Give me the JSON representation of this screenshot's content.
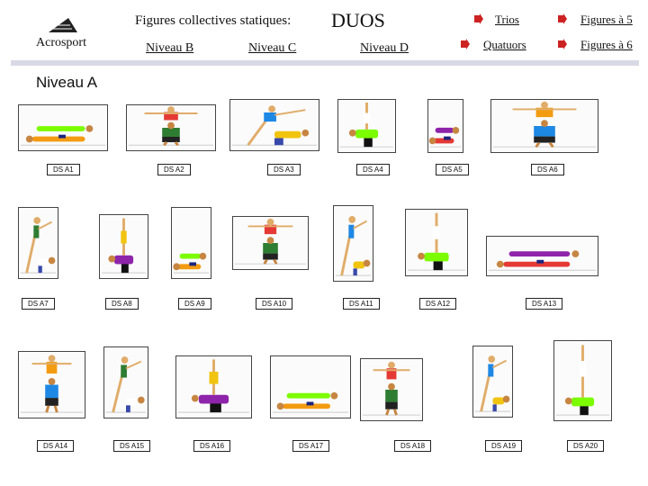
{
  "header": {
    "logo_text": "Acrosport",
    "title": "Figures collectives statiques:",
    "title_emphasis": "DUOS",
    "nav": [
      {
        "label": "Niveau B"
      },
      {
        "label": "Niveau C"
      },
      {
        "label": "Niveau D"
      }
    ],
    "side_links": [
      {
        "label": "Trios"
      },
      {
        "label": "Figures à 5"
      },
      {
        "label": "Quatuors"
      },
      {
        "label": "Figures à 6"
      }
    ]
  },
  "section_title": "Niveau A",
  "figures": [
    {
      "label": "DS A1"
    },
    {
      "label": "DS A2"
    },
    {
      "label": "DS A3"
    },
    {
      "label": "DS A4"
    },
    {
      "label": "DS A5"
    },
    {
      "label": "DS A6"
    },
    {
      "label": "DS A7"
    },
    {
      "label": "DS A8"
    },
    {
      "label": "DS A9"
    },
    {
      "label": "DS A10"
    },
    {
      "label": "DS A11"
    },
    {
      "label": "DS A12"
    },
    {
      "label": "DS A13"
    },
    {
      "label": "DS A14"
    },
    {
      "label": "DS A15"
    },
    {
      "label": "DS A16"
    },
    {
      "label": "DS A17"
    },
    {
      "label": "DS A18"
    },
    {
      "label": "DS A19"
    },
    {
      "label": "DS A20"
    }
  ],
  "colors": {
    "arrow": "#cc2222",
    "header_bar": "#d9d9e6"
  }
}
